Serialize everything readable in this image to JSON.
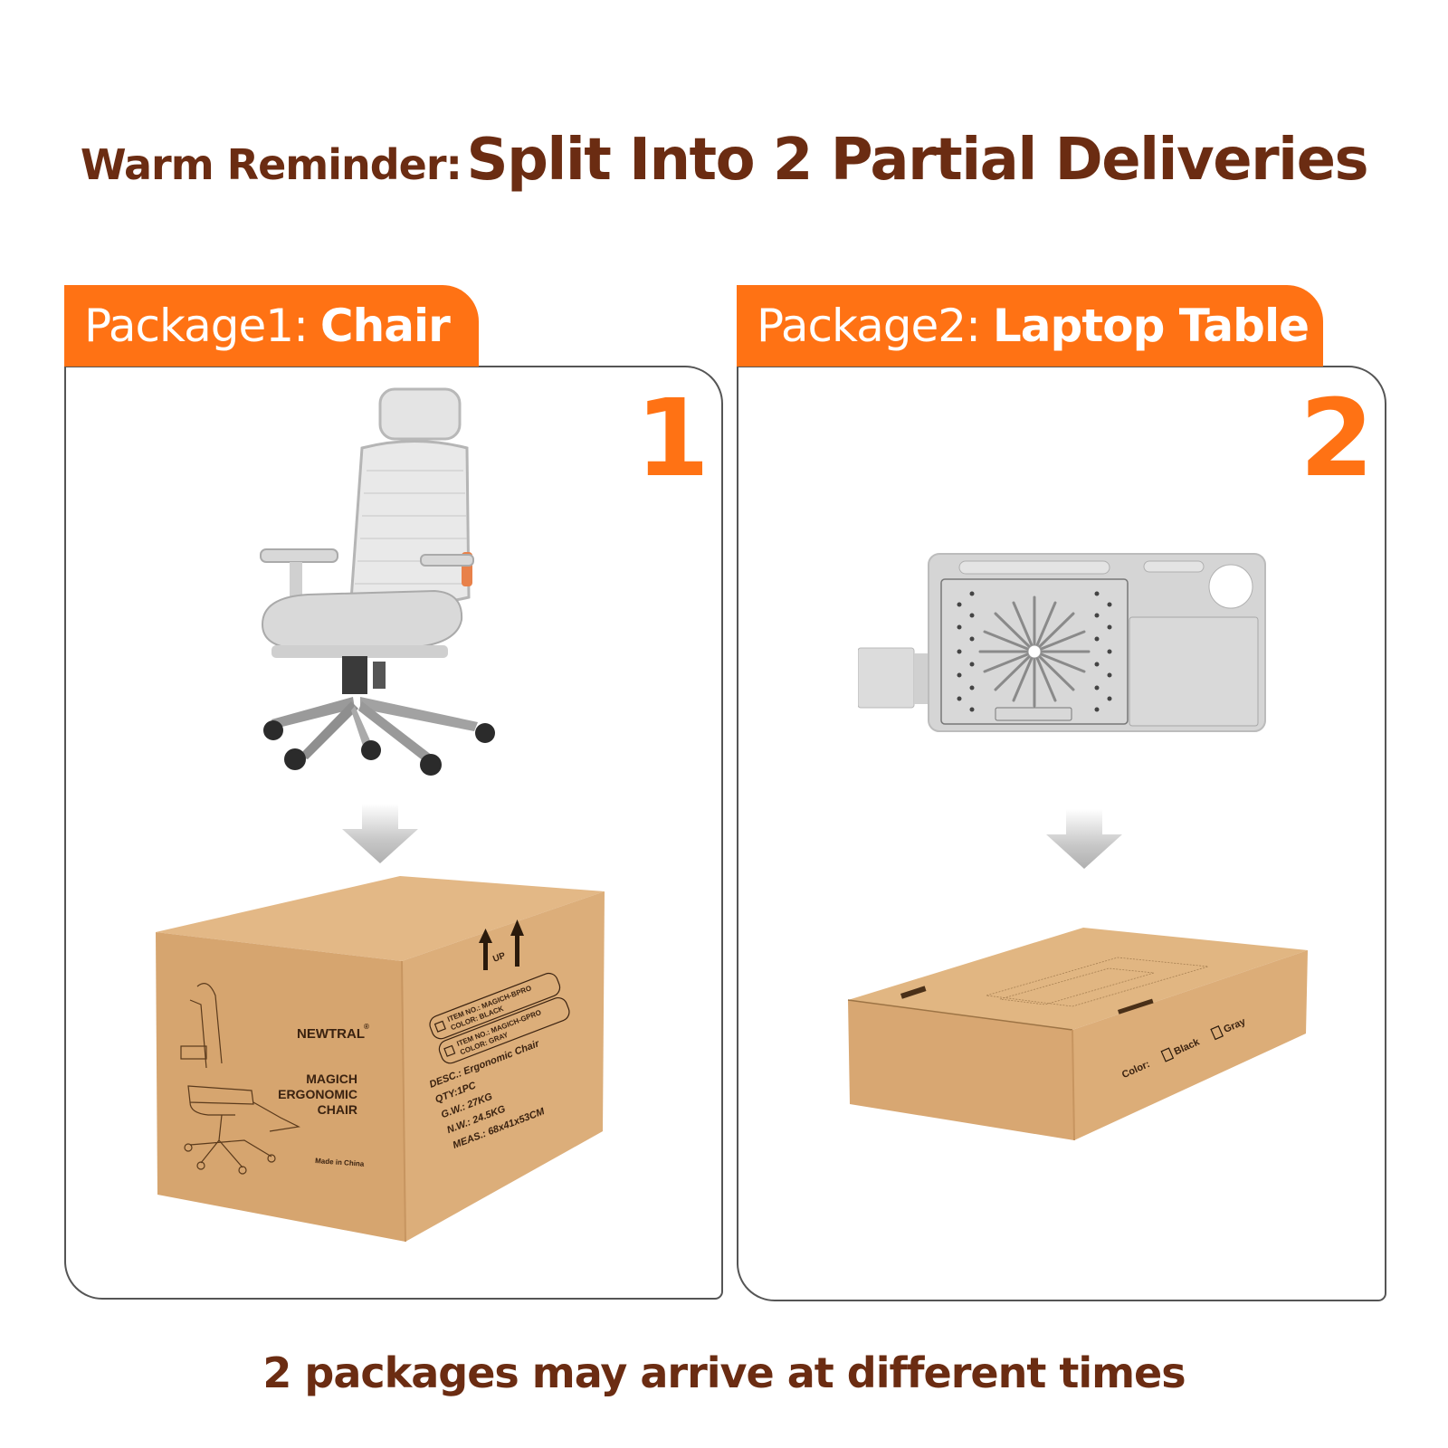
{
  "headline": {
    "lead": "Warm Reminder:",
    "main": "Split Into 2 Partial Deliveries"
  },
  "packages": [
    {
      "number": "1",
      "tab_prefix": "Package1:",
      "tab_name": "Chair",
      "image": "chair-image",
      "box": {
        "brand": "NEWTRAL",
        "brand_mark": "®",
        "product_lines": [
          "MAGICH",
          "ERGONOMIC",
          "CHAIR"
        ],
        "origin": "Made in China",
        "up_label": "UP",
        "options": [
          {
            "item_no": "ITEM NO.: MAGICH-BPRO",
            "color": "COLOR: BLACK"
          },
          {
            "item_no": "ITEM NO.: MAGICH-GPRO",
            "color": "COLOR: GRAY"
          }
        ],
        "specs": [
          "DESC.:  Ergonomic Chair",
          "QTY:1PC",
          "G.W.: 27KG",
          "N.W.: 24.5KG",
          "MEAS.: 68x41x53CM"
        ]
      }
    },
    {
      "number": "2",
      "tab_prefix": "Package2:",
      "tab_name": "Laptop Table",
      "image": "laptop-table-image",
      "box": {
        "color_label": "Color:",
        "color_options": [
          "Black",
          "Gray"
        ]
      }
    }
  ],
  "footer": "2 packages may arrive at different times",
  "colors": {
    "accent": "#ff7214",
    "heading": "#6b2c12",
    "cardboard": "#d9a872",
    "border": "#555555"
  }
}
